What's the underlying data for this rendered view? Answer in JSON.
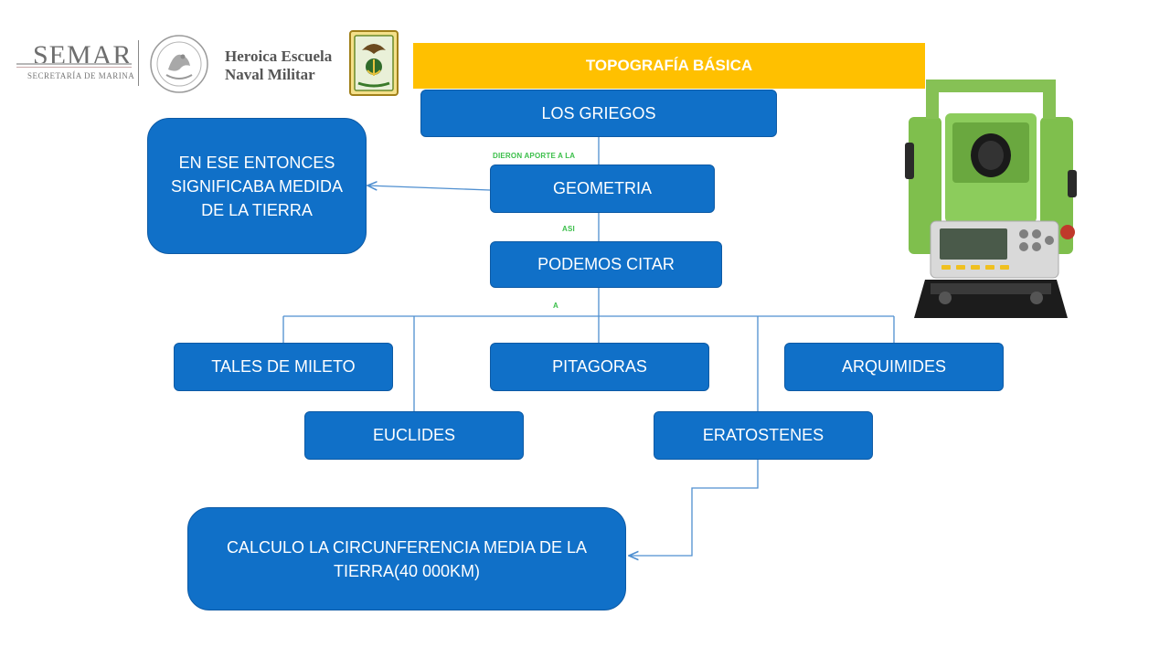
{
  "header": {
    "semar_logo": {
      "wordmark": "SEMAR",
      "subtitle": "SECRETARÍA DE MARINA",
      "icon": "mexico-seal-icon"
    },
    "school_name_line1": "Heroica Escuela",
    "school_name_line2": "Naval Militar",
    "crest_icon": "naval-school-crest-icon"
  },
  "title": "TOPOGRAFÍA BÁSICA",
  "nodes": {
    "griegos": "LOS GRIEGOS",
    "geometria": "GEOMETRIA",
    "definicion": "EN ESE ENTONCES SIGNIFICABA MEDIDA DE LA TIERRA",
    "podemos": "PODEMOS CITAR",
    "tales": "TALES DE MILETO",
    "pitagoras": "PITAGORAS",
    "arquimides": "ARQUIMIDES",
    "euclides": "EUCLIDES",
    "eratostenes": "ERATOSTENES",
    "calculo": "CALCULO LA CIRCUNFERENCIA MEDIA DE LA TIERRA(40 000KM)"
  },
  "edge_labels": {
    "dieron": "DIERON APORTE A LA",
    "asi": "ASI",
    "a": "A"
  },
  "image": {
    "icon": "total-station-instrument-icon"
  },
  "colors": {
    "node": "#1070c8",
    "banner": "#ffc000",
    "edge_label": "#3bbf4a",
    "connector": "#4f8fd0"
  }
}
